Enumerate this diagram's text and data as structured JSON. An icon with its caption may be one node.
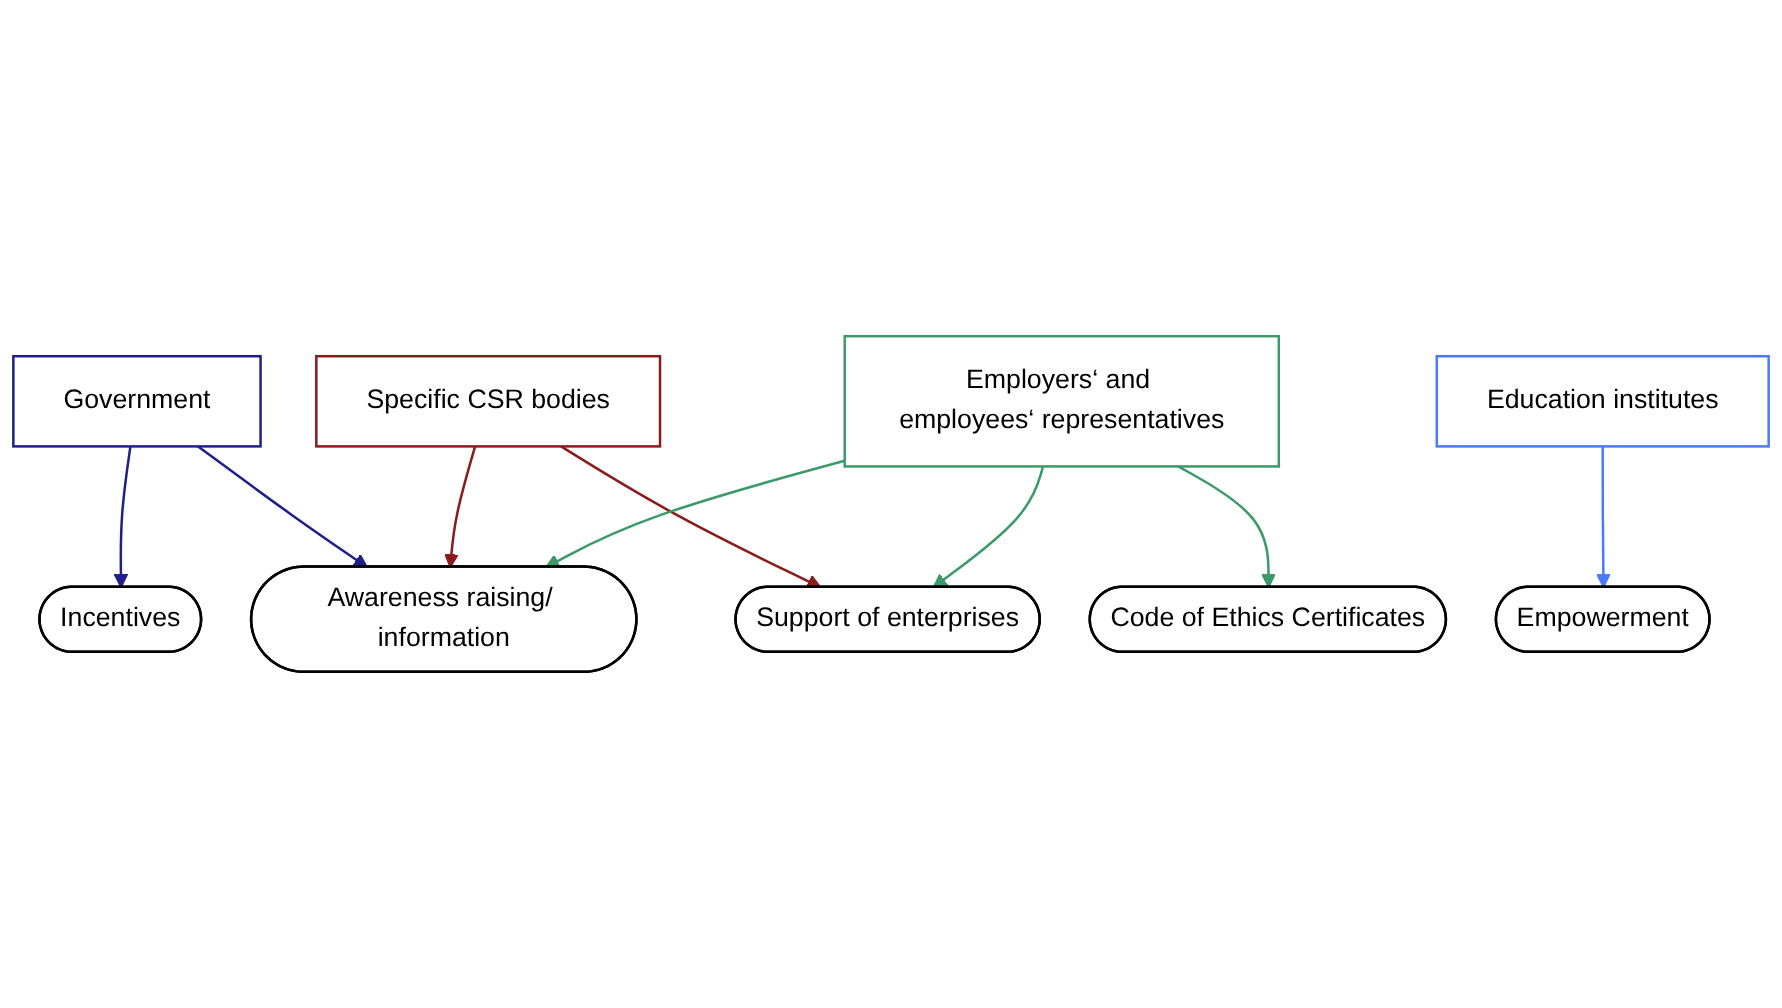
{
  "diagram": {
    "nodes": [
      {
        "text": [
          "Government"
        ]
      },
      {
        "text": [
          "Specific CSR bodies"
        ]
      },
      {
        "text": [
          "Incentives"
        ]
      },
      {
        "text": [
          "Awareness raising/ information"
        ]
      },
      {
        "text": [
          "Support of enterprises"
        ]
      },
      {
        "text": [
          "Code of Ethics Certificates"
        ]
      },
      {
        "text": [
          "Empowerment"
        ]
      },
      {
        "text": [
          "Employers‘ and employees‘ representatives"
        ]
      },
      {
        "text": [
          "Education institutes"
        ]
      }
    ],
    "edges": [
      {
        "from": 0,
        "to": 2,
        "arrow": "to",
        "color": "#1f1f8c"
      },
      {
        "from": 0,
        "to": 3,
        "arrow": "to",
        "color": "#1f1f8c"
      },
      {
        "from": 1,
        "to": 3,
        "arrow": "to",
        "color": "#8b1a1a"
      },
      {
        "from": 1,
        "to": 4,
        "arrow": "to",
        "color": "#8b1a1a"
      },
      {
        "from": 7,
        "to": 3,
        "arrow": "to",
        "color": "#3a9a6a"
      },
      {
        "from": 7,
        "to": 4,
        "arrow": "to",
        "color": "#3a9a6a"
      },
      {
        "from": 7,
        "to": 5,
        "arrow": "to",
        "color": "#3a9a6a"
      },
      {
        "from": 8,
        "to": 6,
        "arrow": "to",
        "color": "#4a7aff"
      }
    ]
  }
}
